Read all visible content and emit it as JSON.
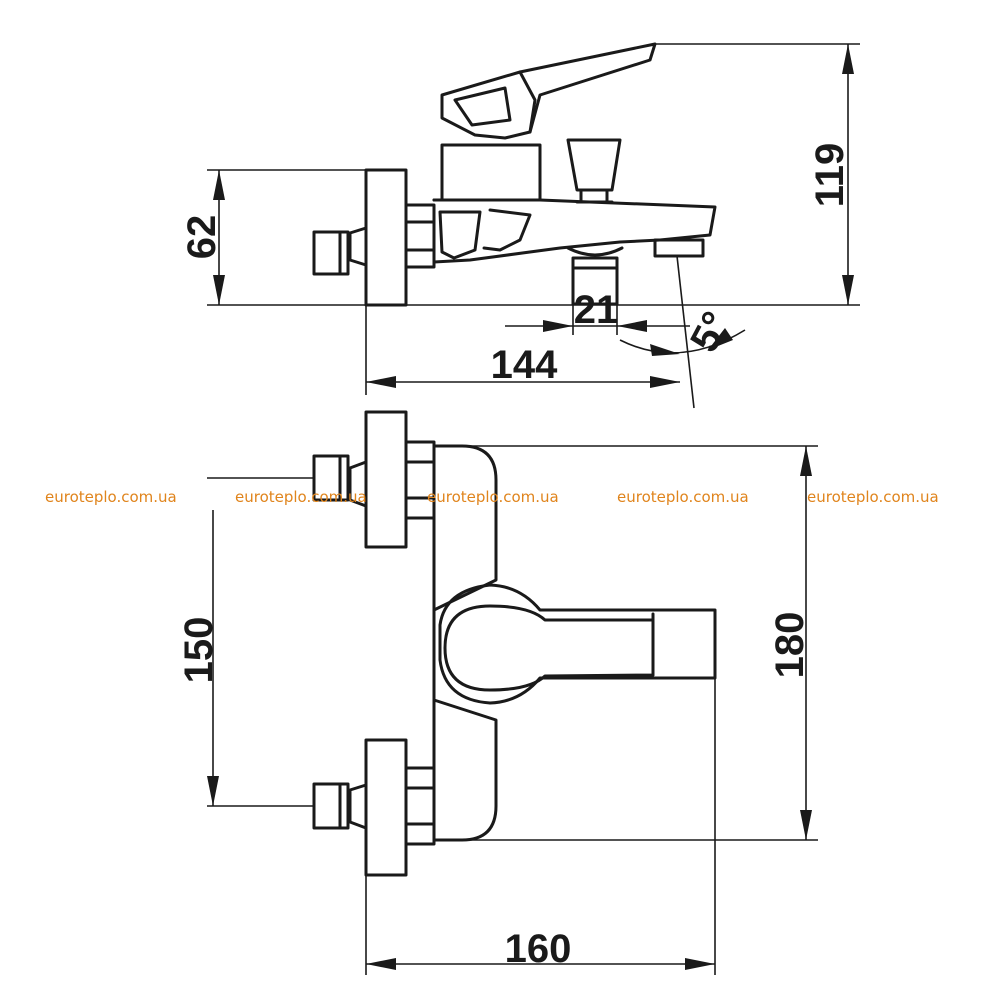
{
  "dimensions": {
    "height_total": "119",
    "body_height": "62",
    "outlet_diameter": "21",
    "spout_angle": "5°",
    "projection": "144",
    "center_distance": "150",
    "body_length": "180",
    "overall_depth": "160"
  },
  "watermarks": [
    "euroteplo.com.ua",
    "euroteplo.com.ua",
    "euroteplo.com.ua",
    "euroteplo.com.ua",
    "euroteplo.com.ua"
  ],
  "colors": {
    "line": "#1a1a1a",
    "watermark": "#e0841c",
    "background": "#ffffff"
  }
}
